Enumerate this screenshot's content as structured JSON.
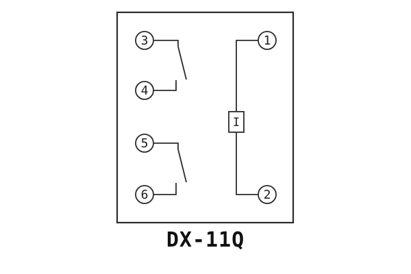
{
  "title": "DX-11Q",
  "schematic": {
    "coil_label": "I",
    "terminals": {
      "t1": "1",
      "t2": "2",
      "t3": "3",
      "t4": "4",
      "t5": "5",
      "t6": "6"
    }
  }
}
